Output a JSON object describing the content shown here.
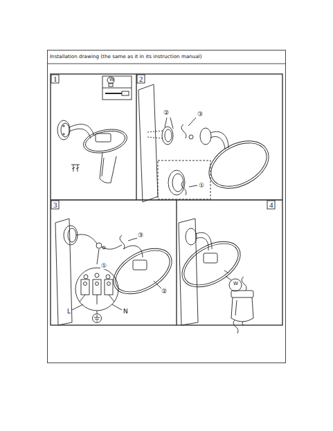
{
  "diagram": {
    "title": "Installation drawing (the same as it in its instruction manual)",
    "labels": [
      "1",
      "2",
      "3",
      "4",
      "W",
      "②",
      "③",
      "①",
      "①",
      "③",
      "②",
      "L",
      "N",
      "W"
    ]
  }
}
